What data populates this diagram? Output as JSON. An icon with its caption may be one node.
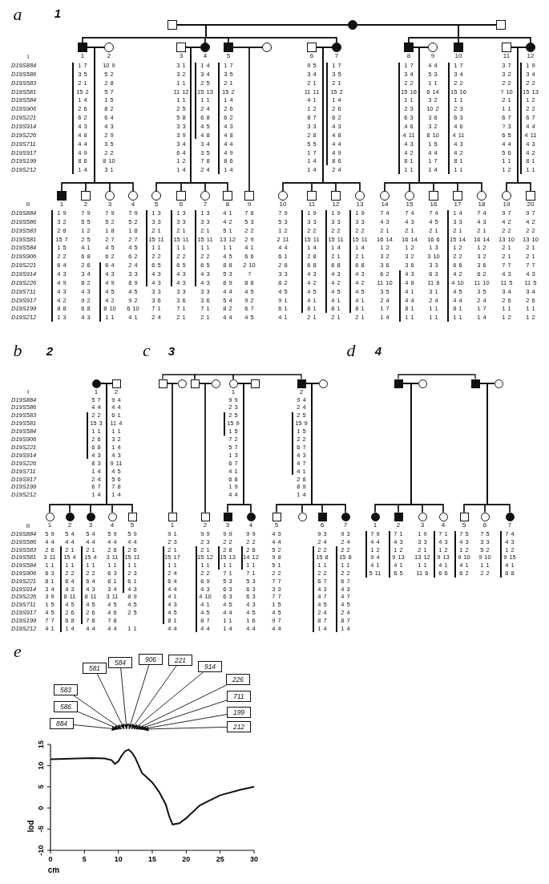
{
  "diagram": {
    "nodes": [
      {
        "text": [],
        "shape": "box"
      },
      {
        "text": [],
        "shape": "circle"
      },
      {
        "text": [],
        "shape": "box"
      },
      {
        "text": [
          "1"
        ],
        "beside": [
          "1 7",
          "3 5",
          "2 1",
          "15 2",
          "1 4",
          "2 6",
          "6 2",
          "4 3",
          "4 8",
          "4 4",
          "4 9",
          "8 6",
          "1 4"
        ]
      },
      {
        "text": [
          "2"
        ],
        "beside": [
          "10 9",
          "5 2",
          "2 8",
          "5 7",
          "1 5",
          "8 2",
          "6 4",
          "4 3",
          "2 9",
          "3 5",
          "2 2",
          "8 10",
          "3 1"
        ]
      },
      {
        "text": [
          "3"
        ],
        "beside": [
          "3 1",
          "3 2",
          "1 1",
          "11 12",
          "1 1",
          "2 5",
          "5 8",
          "3 3",
          "3 9",
          "3 4",
          "6 4",
          "1 2",
          "1 4"
        ]
      },
      {
        "text": [
          "4"
        ],
        "beside": [
          "1 4",
          "3 4",
          "2 5",
          "15 13",
          "1 1",
          "2 4",
          "6 8",
          "4 5",
          "4 8",
          "3 4",
          "3 5",
          "7 8",
          "2 4"
        ]
      },
      {
        "text": [
          "5"
        ],
        "beside": [
          "1 7",
          "3 5",
          "2 1",
          "15 2",
          "1 4",
          "2 6",
          "6 2",
          "4 3",
          "4 8",
          "4 4",
          "4 9",
          "8 6",
          "1 4"
        ]
      },
      {
        "text": [],
        "shape": "circle"
      },
      {
        "text": [
          "6"
        ],
        "beside": [
          "9 5",
          "3 4",
          "2 1",
          "11 11",
          "4 1",
          "1 2",
          "8 7",
          "3 3",
          "2 8",
          "5 5",
          "1 7",
          "1 4",
          "1 4"
        ]
      },
      {
        "text": [
          "7"
        ],
        "beside": [
          "1 7",
          "3 5",
          "2 1",
          "15 2",
          "1 4",
          "2 6",
          "6 2",
          "4 3",
          "4 8",
          "4 4",
          "4 9",
          "8 6",
          "2 4"
        ]
      },
      {
        "text": [
          "8"
        ],
        "beside": [
          "1 7",
          "3 4",
          "2 2",
          "15 16",
          "1 1",
          "2 3",
          "6 3",
          "4 6",
          "4 11",
          "4 3",
          "4 2",
          "8 1",
          "1 1"
        ]
      },
      {
        "text": [
          "9"
        ],
        "beside": [
          "4 4",
          "5 3",
          "1 1",
          "6 14",
          "3 2",
          "10 2",
          "3 6",
          "3 2",
          "8 10",
          "1 5",
          "4 4",
          "1 7",
          "1 4"
        ]
      },
      {
        "text": [
          "10"
        ],
        "beside": [
          "1 7",
          "3 4",
          "2 2",
          "15 16",
          "1 1",
          "2 3",
          "6 3",
          "4 6",
          "4 11",
          "4 3",
          "4 2",
          "8 1",
          "1 1"
        ]
      },
      {
        "text": [
          "11"
        ],
        "beside": [
          "3 7",
          "3 2",
          "2 2",
          "? 10",
          "2 1",
          "1 1",
          "6 7",
          "? 3",
          "6 5",
          "4 4",
          "5 6",
          "1 1",
          "1 2"
        ]
      },
      {
        "text": [
          "12"
        ],
        "beside": [
          "1 9",
          "3 4",
          "2 2",
          "15 13",
          "1 2",
          "2 2",
          "6 7",
          "4 4",
          "4 11",
          "4 3",
          "4 2",
          "8 1",
          "1 1"
        ]
      },
      {
        "text": [
          "1"
        ],
        "beside": [
          "1 9",
          "3 2",
          "2 8",
          "15 7",
          "1 5",
          "2 2",
          "6 4",
          "4 3",
          "4 9",
          "4 3",
          "4 2",
          "8 8",
          "1 3"
        ]
      },
      {
        "text": [
          "2"
        ],
        "beside": [
          "7 9",
          "5 5",
          "1 2",
          "2 5",
          "4 1",
          "6 8",
          "2 6",
          "3 4",
          "8 2",
          "4 3",
          "9 2",
          "6 8",
          "4 3"
        ]
      },
      {
        "text": [
          "3"
        ],
        "beside": [
          "7 9",
          "5 2",
          "1 8",
          "2 7",
          "4 5",
          "6 2",
          "6 4",
          "4 3",
          "4 9",
          "4 5",
          "4 2",
          "8 10",
          "1 1"
        ]
      },
      {
        "text": [
          "4"
        ],
        "beside": [
          "7 9",
          "5 2",
          "1 8",
          "2 7",
          "4 5",
          "6 2",
          "2 4",
          "3 3",
          "8 9",
          "4 5",
          "9 2",
          "6 10",
          "4 1"
        ]
      },
      {
        "text": [
          "5"
        ],
        "beside": [
          "1 3",
          "3 3",
          "2 1",
          "15 11",
          "1 1",
          "2 2",
          "6 5",
          "4 3",
          "4 3",
          "3 3",
          "3 6",
          "7 1",
          "2 4"
        ]
      },
      {
        "text": [
          "6"
        ],
        "beside": [
          "1 3",
          "3 3",
          "2 1",
          "15 11",
          "1 1",
          "2 2",
          "6 5",
          "4 3",
          "4 3",
          "3 3",
          "3 6",
          "7 1",
          "2 1"
        ]
      },
      {
        "text": [
          "7"
        ],
        "beside": [
          "1 3",
          "3 3",
          "2 1",
          "15 11",
          "1 1",
          "2 2",
          "6 5",
          "4 3",
          "4 3",
          "3 3",
          "3 6",
          "7 1",
          "2 1"
        ]
      },
      {
        "text": [
          "8"
        ],
        "beside": [
          "4 1",
          "4 2",
          "5 1",
          "13 12",
          "1 1",
          "4 5",
          "8 8",
          "5 3",
          "8 9",
          "4 4",
          "5 4",
          "8 2",
          "4 4"
        ]
      },
      {
        "text": [
          "9"
        ],
        "beside": [
          "7 8",
          "5 3",
          "2 2",
          "2 9",
          "4 1",
          "6 6",
          "2 10",
          "?",
          "8 8",
          "4 5",
          "9 2",
          "6 7",
          "4 5"
        ]
      },
      {
        "text": [
          "10"
        ],
        "beside": [
          "7 9",
          "5 3",
          "1 2",
          "2 11",
          "4 4",
          "6 1",
          "2 8",
          "3 3",
          "8 2",
          "4 5",
          "9 1",
          "6 1",
          "4 1"
        ]
      },
      {
        "text": [
          "11"
        ],
        "beside": [
          "1 9",
          "3 3",
          "2 2",
          "15 11",
          "1 4",
          "2 8",
          "6 8",
          "4 3",
          "4 2",
          "4 5",
          "4 1",
          "8 1",
          "2 1"
        ]
      },
      {
        "text": [
          "12"
        ],
        "beside": [
          "1 9",
          "3 3",
          "2 2",
          "15 11",
          "1 4",
          "2 1",
          "6 8",
          "4 3",
          "4 2",
          "4 5",
          "4 1",
          "8 1",
          "2 1"
        ]
      },
      {
        "text": [
          "13"
        ],
        "beside": [
          "1 9",
          "3 3",
          "2 2",
          "15 11",
          "1 4",
          "2 1",
          "6 8",
          "4 3",
          "4 2",
          "4 5",
          "4 1",
          "8 1",
          "2 1"
        ]
      },
      {
        "text": [
          "14"
        ],
        "beside": [
          "7 4",
          "4 3",
          "2 1",
          "16 14",
          "1 2",
          "3 2",
          "3 6",
          "6 2",
          "11 10",
          "3 5",
          "2 4",
          "1 7",
          "1 4"
        ]
      },
      {
        "text": [
          "15"
        ],
        "beside": [
          "7 4",
          "4 3",
          "2 1",
          "16 14",
          "1 2",
          "3 2",
          "3 6",
          "4 3",
          "4 8",
          "4 1",
          "4 4",
          "8 1",
          "1 1"
        ]
      },
      {
        "text": [
          "16"
        ],
        "beside": [
          "7 4",
          "4 5",
          "2 1",
          "16 6",
          "1 3",
          "3 10",
          "3 3",
          "6 3",
          "11 8",
          "3 1",
          "2 4",
          "1 1",
          "1 1"
        ]
      },
      {
        "text": [
          "17"
        ],
        "beside": [
          "1 4",
          "3 3",
          "2 1",
          "15 14",
          "1 2",
          "2 2",
          "6 6",
          "4 2",
          "4 10",
          "4 5",
          "4 4",
          "8 1",
          "1 1"
        ]
      },
      {
        "text": [
          "18"
        ],
        "beside": [
          "7 4",
          "4 3",
          "2 1",
          "16 14",
          "1 2",
          "3 2",
          "3 6",
          "6 2",
          "11 10",
          "3 5",
          "2 4",
          "1 7",
          "1 4"
        ]
      },
      {
        "text": [
          "19"
        ],
        "beside": [
          "9 7",
          "4 2",
          "2 2",
          "13 10",
          "2 1",
          "2 1",
          "7 7",
          "4 3",
          "11 5",
          "3 4",
          "2 6",
          "1 1",
          "1 2"
        ]
      },
      {
        "text": [
          "20"
        ],
        "beside": [
          "9 7",
          "4 2",
          "2 2",
          "13 10",
          "2 1",
          "2 1",
          "7 7",
          "4 3",
          "11 5",
          "3 4",
          "2 6",
          "1 1",
          "1 2"
        ]
      },
      {
        "text": [
          "1"
        ],
        "beside": [
          "5 7",
          "4 4",
          "2 2",
          "15 3",
          "1 1",
          "2 6",
          "6 8",
          "4 3",
          "8 3",
          "1 4",
          "2 4",
          "6 7",
          "1 4"
        ]
      },
      {
        "text": [
          "2"
        ],
        "beside": [
          "9 4",
          "4 4",
          "6 1",
          "11 4",
          "1 1",
          "3 2",
          "1 4",
          "4 3",
          "9 11",
          "4 5",
          "5 6",
          "7 8",
          "1 4"
        ]
      },
      {
        "text": [
          "1"
        ],
        "beside": [
          "5 9",
          "4 4",
          "2 6",
          "3 11",
          "1 1",
          "6 3",
          "8 1",
          "3 4",
          "3 9",
          "1 5",
          "4 5",
          "7 7",
          "4 1"
        ]
      },
      {
        "text": [
          "2"
        ],
        "beside": [
          "5 4",
          "4 4",
          "2 1",
          "15 4",
          "1 1",
          "2 2",
          "6 4",
          "4 3",
          "8 11",
          "4 5",
          "2 6",
          "6 8",
          "1 4"
        ]
      },
      {
        "text": [
          "3"
        ],
        "beside": [
          "5 4",
          "4 4",
          "2 1",
          "15 4",
          "1 1",
          "2 2",
          "6 4",
          "4 3",
          "8 11",
          "4 5",
          "2 6",
          "7 8",
          "4 4"
        ]
      },
      {
        "text": [
          "4"
        ],
        "beside": [
          "5 9",
          "4 4",
          "2 6",
          "3 11",
          "1 1",
          "6 3",
          "8 1",
          "3 4",
          "3 11",
          "4 5",
          "4 6",
          "7 8",
          "4 4"
        ]
      },
      {
        "text": [
          "5"
        ],
        "beside": [
          "5 9",
          "4 4",
          "2 6",
          "15 11",
          "1 1",
          "2 3",
          "6 1",
          "4 3",
          "8 9",
          "4 5",
          "2 5",
          "1 1"
        ]
      },
      {
        "text": [],
        "shape": "box"
      },
      {
        "text": [],
        "shape": "circle"
      },
      {
        "text": [],
        "shape": "box"
      },
      {
        "text": [],
        "shape": "circle"
      },
      {
        "text": [
          "1"
        ],
        "beside": [
          "9 9",
          "2 3",
          "2 5",
          "15 9",
          "1 5",
          "7 2",
          "5 7",
          "1 3",
          "6 7",
          "4 1",
          "6 8",
          "1 9",
          "4 4"
        ]
      },
      {
        "text": [],
        "shape": "box"
      },
      {
        "text": [
          "2"
        ],
        "beside": [
          "9 4",
          "2 4",
          "2 5",
          "15 9",
          "1 5",
          "2 2",
          "6 7",
          "4 3",
          "4 7",
          "4 1",
          "2 8",
          "8 9",
          "1 4"
        ]
      },
      {
        "text": [],
        "shape": "circle"
      },
      {
        "text": [
          "1"
        ],
        "beside": [
          "9 1",
          "2 3",
          "2 1",
          "15 17",
          "1 1",
          "2 4",
          "6 4",
          "4 4",
          "4 1",
          "4 3",
          "4 5",
          "8 1",
          "4 4"
        ]
      },
      {
        "text": [
          "2"
        ],
        "beside": [
          "9 9",
          "2 3",
          "2 1",
          "15 12",
          "1 1",
          "2 2",
          "6 9",
          "4 3",
          "4 10",
          "4 1",
          "4 5",
          "8 7",
          "4 4"
        ]
      },
      {
        "text": [
          "3"
        ],
        "beside": [
          "9 9",
          "2 2",
          "2 8",
          "15 13",
          "1 1",
          "7 1",
          "5 3",
          "6 3",
          "6 3",
          "4 5",
          "4 4",
          "1 1",
          "1 4"
        ]
      },
      {
        "text": [
          "4"
        ],
        "beside": [
          "9 9",
          "2 2",
          "2 8",
          "14 12",
          "1 1",
          "7 1",
          "5 3",
          "6 3",
          "6 3",
          "4 3",
          "4 5",
          "1 6",
          "4 4"
        ]
      },
      {
        "text": [
          "5"
        ],
        "beside": [
          "4 3",
          "4 4",
          "5 2",
          "9 8",
          "5 1",
          "2 2",
          "7 7",
          "3 3",
          "7 7",
          "1 5",
          "4 5",
          "9 7",
          "4 4"
        ]
      },
      {
        "text": [],
        "shape": "circle"
      },
      {
        "text": [
          "6"
        ],
        "beside": [
          "9 3",
          "2 4",
          "2 2",
          "15 8",
          "1 1",
          "2 2",
          "6 7",
          "4 3",
          "4 7",
          "4 5",
          "2 4",
          "8 7",
          "1 4"
        ]
      },
      {
        "text": [
          "7"
        ],
        "beside": [
          "9 3",
          "2 4",
          "2 2",
          "15 8",
          "1 1",
          "2 2",
          "6 7",
          "4 3",
          "4 7",
          "4 5",
          "2 4",
          "8 7",
          "1 4"
        ]
      },
      {
        "text": [],
        "shape": "box"
      },
      {
        "text": [],
        "shape": "circle"
      },
      {
        "text": [],
        "shape": "box"
      },
      {
        "text": [],
        "shape": "circle"
      },
      {
        "text": [
          "1"
        ],
        "beside": [
          "7 9",
          "4 4",
          "1 2",
          "9 4",
          "4 1",
          "5 11"
        ]
      },
      {
        "text": [
          "2"
        ],
        "beside": [
          "7 1",
          "4 3",
          "1 2",
          "9 13",
          "4 1",
          "6 5"
        ]
      },
      {
        "text": [
          "3"
        ],
        "beside": [
          "1 9",
          "3 3",
          "2 1",
          "13 12",
          "1 1",
          "11 6"
        ]
      },
      {
        "text": [
          "4"
        ],
        "beside": [
          "7 1",
          "4 3",
          "1 2",
          "9 13",
          "4 1",
          "6 6"
        ]
      },
      {
        "text": [
          "5"
        ],
        "beside": [
          "7 5",
          "4 3",
          "1 2",
          "9 10",
          "4 1",
          "6 2"
        ]
      },
      {
        "text": [
          "6"
        ],
        "beside": [
          "7 5",
          "3 3",
          "5 2",
          "9 10",
          "1 1",
          "2 2"
        ]
      },
      {
        "text": [
          "7"
        ],
        "beside": [
          "7 4",
          "4 3",
          "1 2",
          "9 15",
          "4 1",
          "6 8"
        ]
      },
      {
        "text": [
          "581"
        ]
      },
      {
        "text": [
          "584"
        ]
      },
      {
        "text": [
          "906"
        ]
      },
      {
        "text": [
          "221"
        ]
      },
      {
        "text": [
          "914"
        ]
      },
      {
        "text": [
          "226"
        ]
      },
      {
        "text": [
          "583"
        ]
      },
      {
        "text": [
          "711"
        ]
      },
      {
        "text": [
          "586"
        ]
      },
      {
        "text": [
          "199"
        ]
      },
      {
        "text": [
          "884"
        ]
      },
      {
        "text": [
          "212"
        ]
      }
    ],
    "edges": [
      {
        "from": 0,
        "to": 1,
        "arrow": "none"
      },
      {
        "from": 1,
        "to": 2,
        "arrow": "none"
      },
      {
        "from": 0,
        "to": 3,
        "arrow": "none"
      },
      {
        "from": 1,
        "to": 3,
        "arrow": "none"
      },
      {
        "from": 0,
        "to": 6,
        "arrow": "none"
      },
      {
        "from": 1,
        "to": 6,
        "arrow": "none"
      },
      {
        "from": 0,
        "to": 7,
        "arrow": "none"
      },
      {
        "from": 1,
        "to": 7,
        "arrow": "none"
      },
      {
        "from": 0,
        "to": 10,
        "arrow": "none"
      },
      {
        "from": 1,
        "to": 10,
        "arrow": "none"
      },
      {
        "from": 1,
        "to": 11,
        "arrow": "none"
      },
      {
        "from": 2,
        "to": 11,
        "arrow": "none"
      },
      {
        "from": 1,
        "to": 13,
        "arrow": "none"
      },
      {
        "from": 2,
        "to": 13,
        "arrow": "none"
      },
      {
        "from": 1,
        "to": 15,
        "arrow": "none"
      },
      {
        "from": 2,
        "to": 15,
        "arrow": "none"
      },
      {
        "from": 3,
        "to": 4,
        "arrow": "none"
      },
      {
        "from": 5,
        "to": 6,
        "arrow": "none"
      },
      {
        "from": 7,
        "to": 8,
        "arrow": "none"
      },
      {
        "from": 9,
        "to": 10,
        "arrow": "none"
      },
      {
        "from": 11,
        "to": 12,
        "arrow": "none"
      },
      {
        "from": 14,
        "to": 15,
        "arrow": "none"
      },
      {
        "from": 3,
        "to": 16,
        "arrow": "none"
      },
      {
        "from": 4,
        "to": 16,
        "arrow": "none"
      },
      {
        "from": 3,
        "to": 17,
        "arrow": "none"
      },
      {
        "from": 4,
        "to": 17,
        "arrow": "none"
      },
      {
        "from": 3,
        "to": 18,
        "arrow": "none"
      },
      {
        "from": 4,
        "to": 18,
        "arrow": "none"
      },
      {
        "from": 3,
        "to": 19,
        "arrow": "none"
      },
      {
        "from": 4,
        "to": 19,
        "arrow": "none"
      },
      {
        "from": 5,
        "to": 20,
        "arrow": "none"
      },
      {
        "from": 6,
        "to": 20,
        "arrow": "none"
      },
      {
        "from": 5,
        "to": 21,
        "arrow": "none"
      },
      {
        "from": 6,
        "to": 21,
        "arrow": "none"
      },
      {
        "from": 5,
        "to": 22,
        "arrow": "none"
      },
      {
        "from": 6,
        "to": 22,
        "arrow": "none"
      },
      {
        "from": 5,
        "to": 23,
        "arrow": "none"
      },
      {
        "from": 6,
        "to": 23,
        "arrow": "none"
      },
      {
        "from": 7,
        "to": 24,
        "arrow": "none"
      },
      {
        "from": 8,
        "to": 24,
        "arrow": "none"
      },
      {
        "from": 9,
        "to": 25,
        "arrow": "none"
      },
      {
        "from": 10,
        "to": 25,
        "arrow": "none"
      },
      {
        "from": 9,
        "to": 26,
        "arrow": "none"
      },
      {
        "from": 10,
        "to": 26,
        "arrow": "none"
      },
      {
        "from": 9,
        "to": 27,
        "arrow": "none"
      },
      {
        "from": 10,
        "to": 27,
        "arrow": "none"
      },
      {
        "from": 9,
        "to": 28,
        "arrow": "none"
      },
      {
        "from": 10,
        "to": 28,
        "arrow": "none"
      },
      {
        "from": 11,
        "to": 29,
        "arrow": "none"
      },
      {
        "from": 12,
        "to": 29,
        "arrow": "none"
      },
      {
        "from": 11,
        "to": 30,
        "arrow": "none"
      },
      {
        "from": 12,
        "to": 30,
        "arrow": "none"
      },
      {
        "from": 11,
        "to": 31,
        "arrow": "none"
      },
      {
        "from": 12,
        "to": 31,
        "arrow": "none"
      },
      {
        "from": 11,
        "to": 32,
        "arrow": "none"
      },
      {
        "from": 12,
        "to": 32,
        "arrow": "none"
      },
      {
        "from": 11,
        "to": 33,
        "arrow": "none"
      },
      {
        "from": 12,
        "to": 33,
        "arrow": "none"
      },
      {
        "from": 14,
        "to": 34,
        "arrow": "none"
      },
      {
        "from": 15,
        "to": 34,
        "arrow": "none"
      },
      {
        "from": 14,
        "to": 35,
        "arrow": "none"
      },
      {
        "from": 15,
        "to": 35,
        "arrow": "none"
      },
      {
        "from": 36,
        "to": 37,
        "arrow": "none"
      },
      {
        "from": 36,
        "to": 38,
        "arrow": "none"
      },
      {
        "from": 37,
        "to": 38,
        "arrow": "none"
      },
      {
        "from": 36,
        "to": 39,
        "arrow": "none"
      },
      {
        "from": 37,
        "to": 39,
        "arrow": "none"
      },
      {
        "from": 36,
        "to": 40,
        "arrow": "none"
      },
      {
        "from": 37,
        "to": 40,
        "arrow": "none"
      },
      {
        "from": 36,
        "to": 41,
        "arrow": "none"
      },
      {
        "from": 37,
        "to": 41,
        "arrow": "none"
      },
      {
        "from": 36,
        "to": 42,
        "arrow": "none"
      },
      {
        "from": 37,
        "to": 42,
        "arrow": "none"
      },
      {
        "from": 43,
        "to": 45,
        "arrow": "none"
      },
      {
        "from": 45,
        "to": 47,
        "arrow": "none"
      },
      {
        "from": 47,
        "to": 49,
        "arrow": "none"
      },
      {
        "from": 43,
        "to": 44,
        "arrow": "none"
      },
      {
        "from": 45,
        "to": 46,
        "arrow": "none"
      },
      {
        "from": 47,
        "to": 48,
        "arrow": "none"
      },
      {
        "from": 49,
        "to": 50,
        "arrow": "none"
      },
      {
        "from": 43,
        "to": 51,
        "arrow": "none"
      },
      {
        "from": 44,
        "to": 51,
        "arrow": "none"
      },
      {
        "from": 45,
        "to": 52,
        "arrow": "none"
      },
      {
        "from": 46,
        "to": 52,
        "arrow": "none"
      },
      {
        "from": 47,
        "to": 53,
        "arrow": "none"
      },
      {
        "from": 48,
        "to": 53,
        "arrow": "none"
      },
      {
        "from": 47,
        "to": 54,
        "arrow": "none"
      },
      {
        "from": 48,
        "to": 54,
        "arrow": "none"
      },
      {
        "from": 49,
        "to": 55,
        "arrow": "none"
      },
      {
        "from": 50,
        "to": 55,
        "arrow": "none"
      },
      {
        "from": 49,
        "to": 56,
        "arrow": "none"
      },
      {
        "from": 50,
        "to": 56,
        "arrow": "none"
      },
      {
        "from": 49,
        "to": 57,
        "arrow": "none"
      },
      {
        "from": 50,
        "to": 57,
        "arrow": "none"
      },
      {
        "from": 49,
        "to": 58,
        "arrow": "none"
      },
      {
        "from": 50,
        "to": 58,
        "arrow": "none"
      },
      {
        "from": 59,
        "to": 61,
        "arrow": "none"
      },
      {
        "from": 59,
        "to": 60,
        "arrow": "none"
      },
      {
        "from": 61,
        "to": 62,
        "arrow": "none"
      },
      {
        "from": 59,
        "to": 63,
        "arrow": "none"
      },
      {
        "from": 60,
        "to": 63,
        "arrow": "none"
      },
      {
        "from": 59,
        "to": 64,
        "arrow": "none"
      },
      {
        "from": 60,
        "to": 64,
        "arrow": "none"
      },
      {
        "from": 59,
        "to": 65,
        "arrow": "none"
      },
      {
        "from": 60,
        "to": 65,
        "arrow": "none"
      },
      {
        "from": 59,
        "to": 66,
        "arrow": "none"
      },
      {
        "from": 60,
        "to": 66,
        "arrow": "none"
      },
      {
        "from": 61,
        "to": 67,
        "arrow": "none"
      },
      {
        "from": 62,
        "to": 67,
        "arrow": "none"
      },
      {
        "from": 61,
        "to": 68,
        "arrow": "none"
      },
      {
        "from": 62,
        "to": 68,
        "arrow": "none"
      },
      {
        "from": 61,
        "to": 69,
        "arrow": "none"
      },
      {
        "from": 62,
        "to": 69,
        "arrow": "none"
      },
      {
        "from": 70,
        "to": null,
        "arrow": "to"
      },
      {
        "from": 71,
        "to": null,
        "arrow": "to"
      },
      {
        "from": 72,
        "to": null,
        "arrow": "to"
      },
      {
        "from": 73,
        "to": null,
        "arrow": "to"
      },
      {
        "from": 74,
        "to": null,
        "arrow": "to"
      },
      {
        "from": 75,
        "to": null,
        "arrow": "to"
      },
      {
        "from": 76,
        "to": null,
        "arrow": "to"
      },
      {
        "from": 77,
        "to": null,
        "arrow": "to"
      },
      {
        "from": 78,
        "to": null,
        "arrow": "to"
      },
      {
        "from": 79,
        "to": null,
        "arrow": "to"
      },
      {
        "from": 80,
        "to": null,
        "arrow": "to"
      },
      {
        "from": 81,
        "to": null,
        "arrow": "to"
      }
    ],
    "labels": [
      "a",
      "1",
      "I",
      "D19S884",
      "D19S586",
      "D19S583",
      "D19S581",
      "D19S584",
      "D19S906",
      "D19S221",
      "D19S914",
      "D19S226",
      "D19S711",
      "D19S917",
      "D19S199",
      "D19S212",
      "II",
      "D19S884",
      "D19S586",
      "D19S583",
      "D19S581",
      "D19S584",
      "D19S906",
      "D19S221",
      "D19S914",
      "D19S226",
      "D19S711",
      "D19S917",
      "D19S199",
      "D19S212",
      "b",
      "2",
      "c",
      "3",
      "d",
      "4",
      "I",
      "D19S884",
      "D19S586",
      "D19S583",
      "D19S581",
      "D19S584",
      "D19S906",
      "D19S221",
      "D19S914",
      "D19S226",
      "D19S711",
      "D19S917",
      "D19S199",
      "D19S212",
      "II",
      "D19S884",
      "D19S586",
      "D19S583",
      "D19S581",
      "D19S584",
      "D19S906",
      "D19S221",
      "D19S914",
      "D19S226",
      "D19S711",
      "D19S917",
      "D19S199",
      "D19S212",
      "e"
    ],
    "chart_data": {
      "type": "line",
      "xlabel": "cm",
      "ylabel": "lod",
      "x": [
        0,
        2,
        4,
        6,
        8,
        9,
        9.5,
        10,
        10.5,
        11,
        11.5,
        12,
        12.5,
        13,
        13.5,
        14,
        15,
        16,
        17,
        17.5,
        18,
        19,
        20,
        22,
        25,
        28,
        30
      ],
      "series": [
        {
          "color": "#111111",
          "values": [
            11.5,
            11.6,
            11.7,
            11.8,
            11.7,
            11.3,
            10.4,
            11,
            12.4,
            13.4,
            13.8,
            13.1,
            11.8,
            10,
            8.2,
            7.5,
            6,
            3.8,
            0.8,
            -2,
            -3.9,
            -3.6,
            -2.4,
            0.6,
            3,
            4.3,
            5
          ]
        }
      ],
      "xlim": [
        0,
        30
      ],
      "ylim": [
        -10,
        15
      ],
      "xticks": [
        0,
        5,
        10,
        15,
        20,
        25,
        30
      ],
      "yticks": [
        -10,
        -5,
        0,
        5,
        10,
        15
      ]
    }
  }
}
